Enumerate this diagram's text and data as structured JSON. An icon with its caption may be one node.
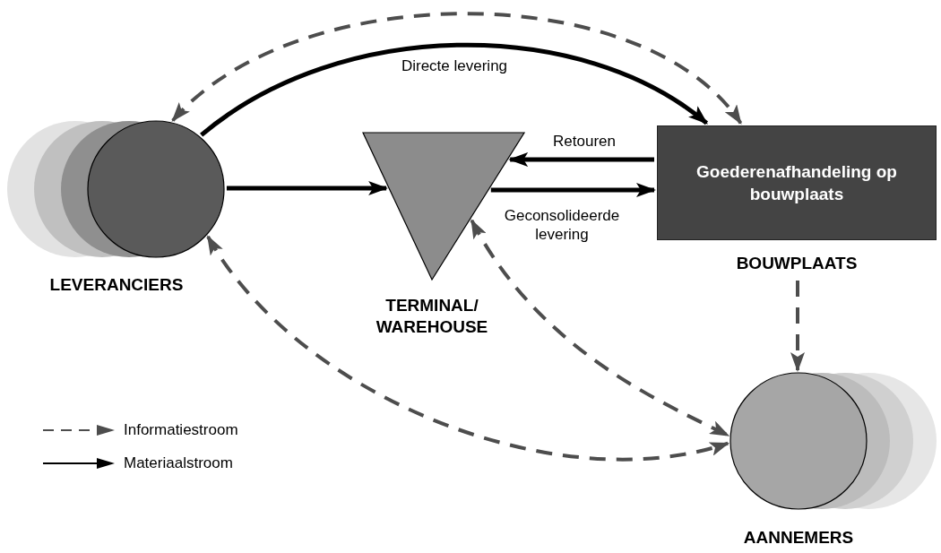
{
  "diagram": {
    "nodes": [
      {
        "text": [
          "LEVERANCIERS"
        ]
      },
      {
        "text": [
          "TERMINAL/ WAREHOUSE"
        ]
      },
      {
        "text": [
          "Goederenafhandeling op bouwplaats",
          "BOUWPLAATS"
        ]
      },
      {
        "text": [
          "AANNEMERS"
        ]
      }
    ],
    "edges": [
      {
        "from": 0,
        "to": 2,
        "arrow": "both",
        "style": "dashed",
        "color": "#4d4d4d"
      },
      {
        "from": 0,
        "to": 2,
        "arrow": "to",
        "label": "Directe levering"
      },
      {
        "from": 0,
        "to": 1,
        "arrow": "to"
      },
      {
        "from": 2,
        "to": 1,
        "arrow": "to",
        "label": "Retouren"
      },
      {
        "from": 1,
        "to": 2,
        "arrow": "to",
        "label": "Geconsolideerde levering"
      },
      {
        "from": 2,
        "to": 3,
        "arrow": "to",
        "style": "dashed",
        "color": "#4d4d4d"
      },
      {
        "from": 0,
        "to": 3,
        "arrow": "both",
        "style": "dashed",
        "color": "#4d4d4d"
      },
      {
        "from": 1,
        "to": 3,
        "arrow": "both",
        "style": "dashed",
        "color": "#4d4d4d"
      }
    ],
    "legend": [
      {
        "text": "Informatiestroom"
      },
      {
        "text": "Materiaalstroom"
      }
    ]
  }
}
